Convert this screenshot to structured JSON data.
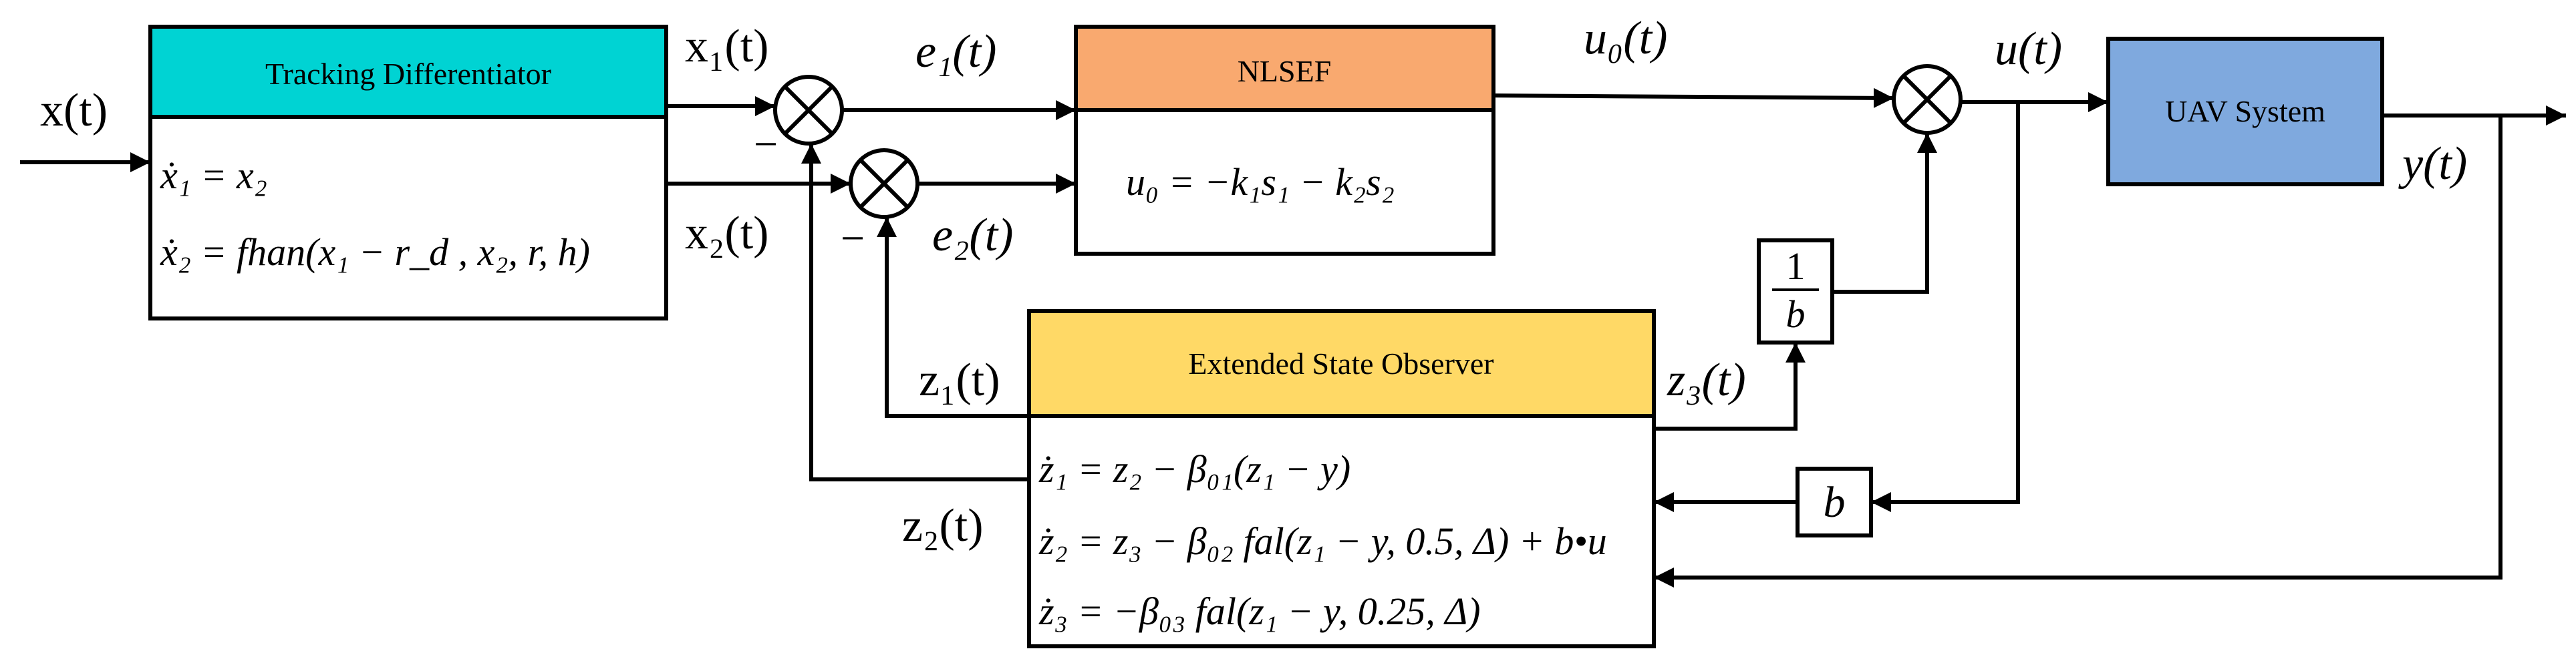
{
  "blocks": {
    "td": {
      "title": "Tracking Differentiator",
      "eq1": "ẋ₁ = x₂",
      "eq2": "ẋ₂ = fhan(x₁ − r_d , x₂, r, h)",
      "color": "#00D3D3"
    },
    "nlsef": {
      "title": "NLSEF",
      "eq": "u₀ = −k₁s₁ − k₂s₂",
      "color": "#F9A96F"
    },
    "uav": {
      "title": "UAV System",
      "color": "#7FA9DE"
    },
    "eso": {
      "title": "Extended State Observer",
      "eq1": "ż₁ = z₂ − β₀₁(z₁ − y)",
      "eq2": "ż₂ = z₃ − β₀₂ fal(z₁ − y, 0.5, Δ) + b•u",
      "eq3": "ż₃ = −β₀₃ fal(z₁ − y, 0.25, Δ)",
      "color": "#FFD966"
    },
    "inv_b": {
      "numerator": "1",
      "denominator": "b"
    },
    "gain_b": {
      "label": "b"
    }
  },
  "signals": {
    "input": "x(t)",
    "x1": "x₁(t)",
    "x2": "x₂(t)",
    "e1": "e₁(t)",
    "e2": "e₂(t)",
    "u0": "u₀(t)",
    "u": "u(t)",
    "y": "y(t)",
    "z1": "z₁(t)",
    "z2": "z₂(t)",
    "z3": "z₃(t)"
  },
  "signs": {
    "sum1_minus": "−",
    "sum2_minus": "−"
  }
}
